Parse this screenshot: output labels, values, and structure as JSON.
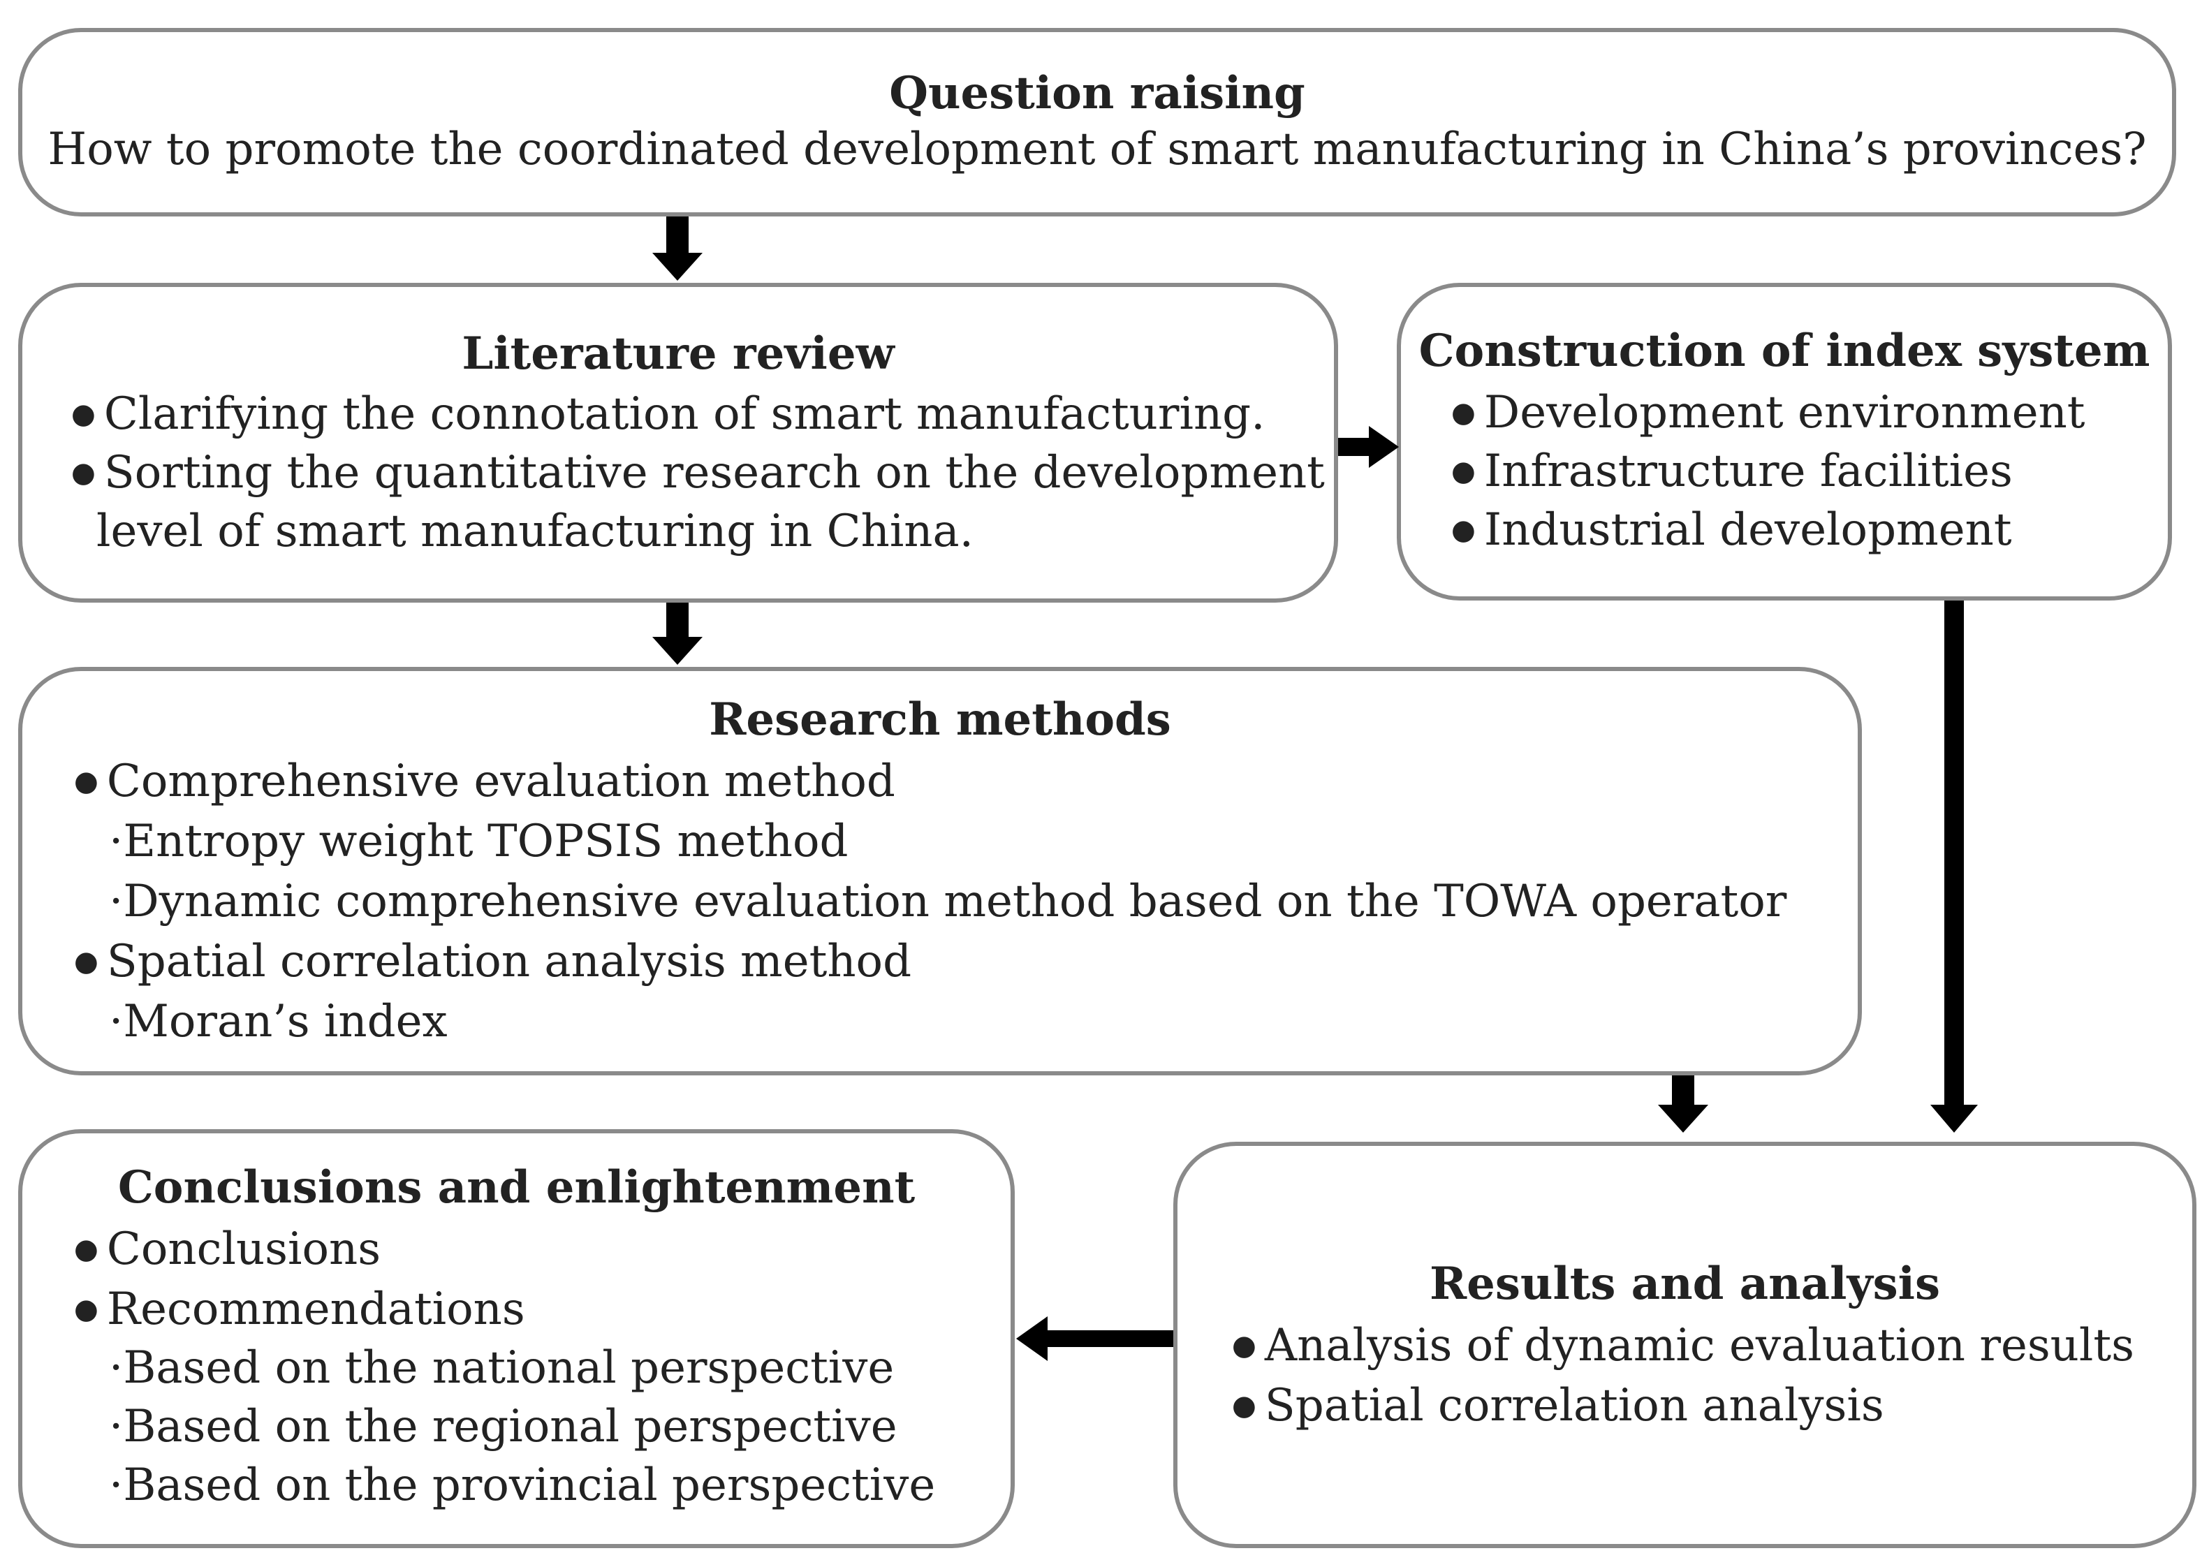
{
  "question": {
    "title": "Question raising",
    "text": "How to promote the coordinated development of smart manufacturing in China’s provinces?"
  },
  "literature": {
    "title": "Literature review",
    "item1": "Clarifying the connotation of smart manufacturing.",
    "item2": "Sorting the quantitative research on the development",
    "item2b": "level of smart manufacturing in China."
  },
  "index": {
    "title": "Construction of index system",
    "items": [
      "Development environment",
      "Infrastructure facilities",
      "Industrial development"
    ]
  },
  "methods": {
    "title": "Research methods",
    "item1": "Comprehensive evaluation method",
    "sub1": "·Entropy weight TOPSIS method",
    "sub2": "·Dynamic comprehensive evaluation method based on the TOWA  operator",
    "item2": "Spatial correlation analysis method",
    "sub3": "·Moran’s index"
  },
  "conclusions": {
    "title": "Conclusions and enlightenment",
    "item1": "Conclusions",
    "item2": "Recommendations",
    "subs": [
      "·Based on the national perspective",
      "·Based on the regional perspective",
      "·Based on the provincial perspective"
    ]
  },
  "results": {
    "title": "Results and analysis",
    "items": [
      "Analysis of dynamic evaluation results",
      "Spatial correlation analysis"
    ]
  }
}
